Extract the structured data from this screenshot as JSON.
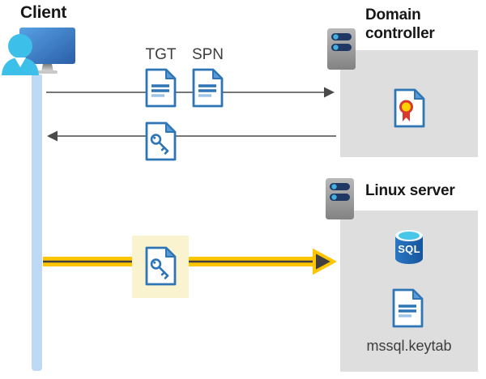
{
  "labels": {
    "client": "Client",
    "tgt": "TGT",
    "spn": "SPN",
    "domain_controller": "Domain controller",
    "linux_server": "Linux server",
    "sql_badge": "SQL",
    "keytab_file": "mssql.keytab"
  },
  "icons": {
    "client": "user-computer-icon",
    "domain_controller": "server-icon",
    "linux_server": "server-icon",
    "tgt": "document-icon",
    "spn": "document-icon",
    "service_ticket": "key-document-icon",
    "certificate": "certificate-icon",
    "database": "sql-database-icon",
    "keytab": "document-icon"
  },
  "colors": {
    "doc_blue": "#2e75b6",
    "doc_light": "#9dc3e6",
    "fold_blue": "#5b9bd5",
    "arrow_gray": "#4a4a4a",
    "yellow_band": "#ffc600",
    "yellow_head": "#404040",
    "highlight_bg": "#faf3d0",
    "panel_bg": "#dedede",
    "timeline_bg": "#bdd9f5",
    "heading_text": "#171717",
    "label_text": "#3d3d3d",
    "server_pill": "#1f3864",
    "server_dot": "#41b1e1",
    "person_cyan": "#3cc0e9",
    "cert_red": "#d8382e",
    "cert_gold": "#ffd100",
    "sql_top": "#49c7e8"
  }
}
